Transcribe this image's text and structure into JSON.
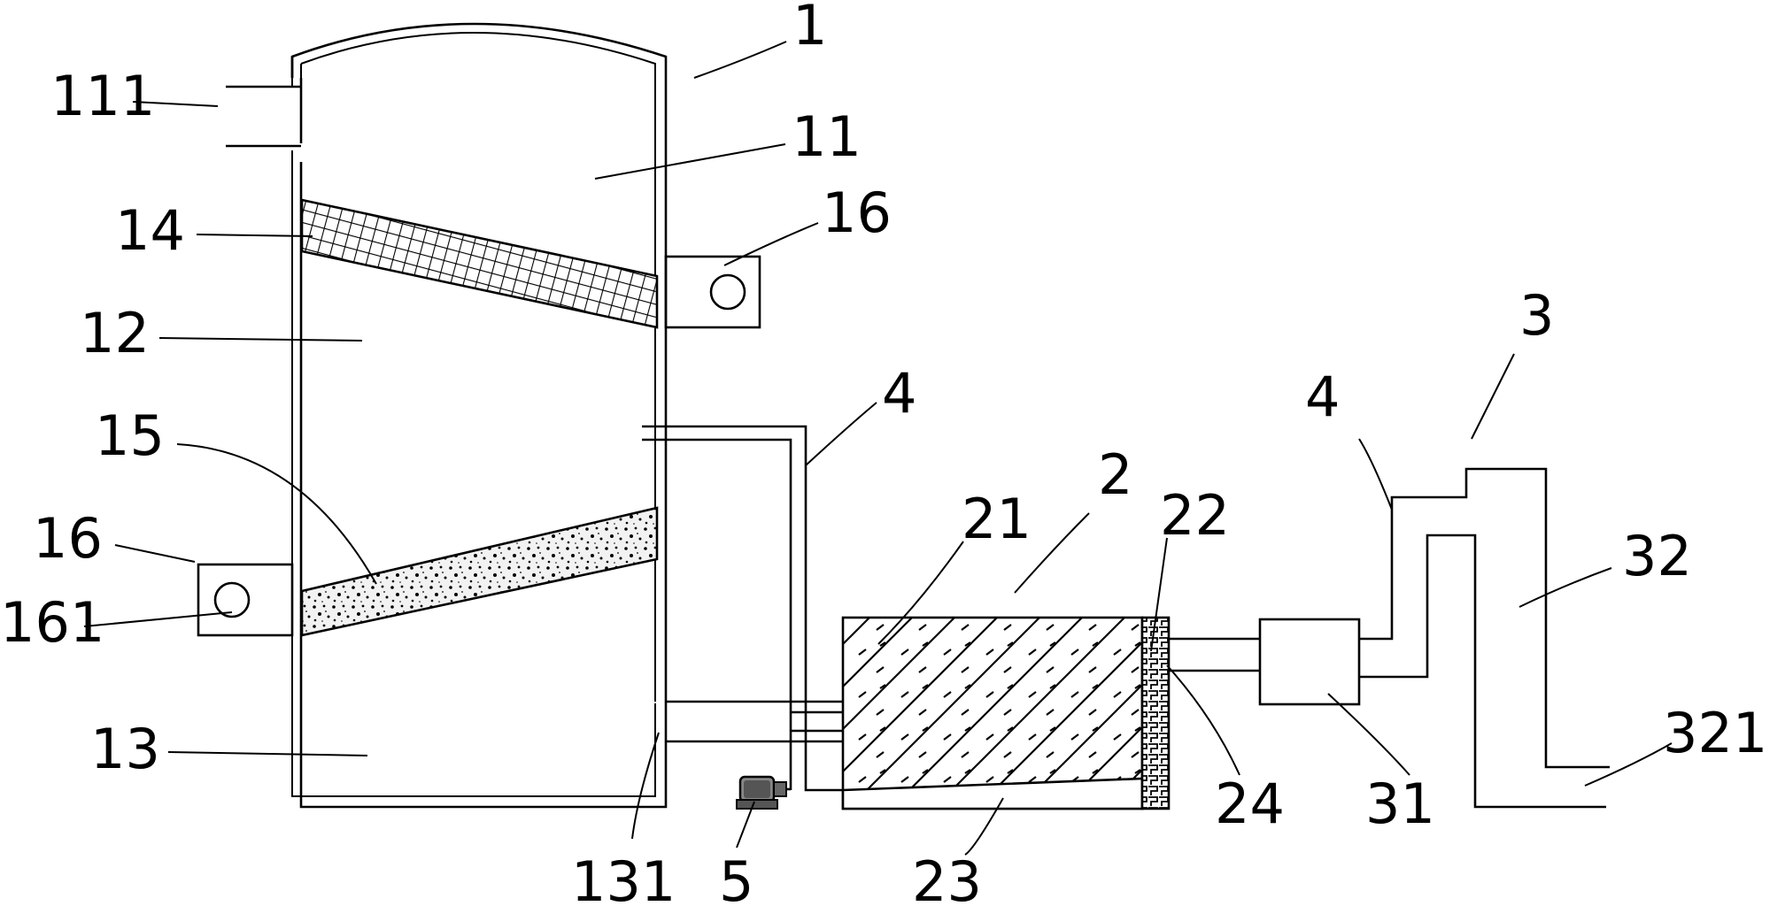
{
  "labels": {
    "l1": "1",
    "l111": "111",
    "l11": "11",
    "l14": "14",
    "l16a": "16",
    "l12": "12",
    "l4a": "4",
    "l15": "15",
    "l16b": "16",
    "l161": "161",
    "l13": "13",
    "l131": "131",
    "l5": "5",
    "l21": "21",
    "l2": "2",
    "l22": "22",
    "l24": "24",
    "l23": "23",
    "l4b": "4",
    "l3": "3",
    "l32": "32",
    "l31": "31",
    "l321": "321"
  },
  "colors": {
    "stroke": "#000000",
    "background": "#ffffff"
  }
}
